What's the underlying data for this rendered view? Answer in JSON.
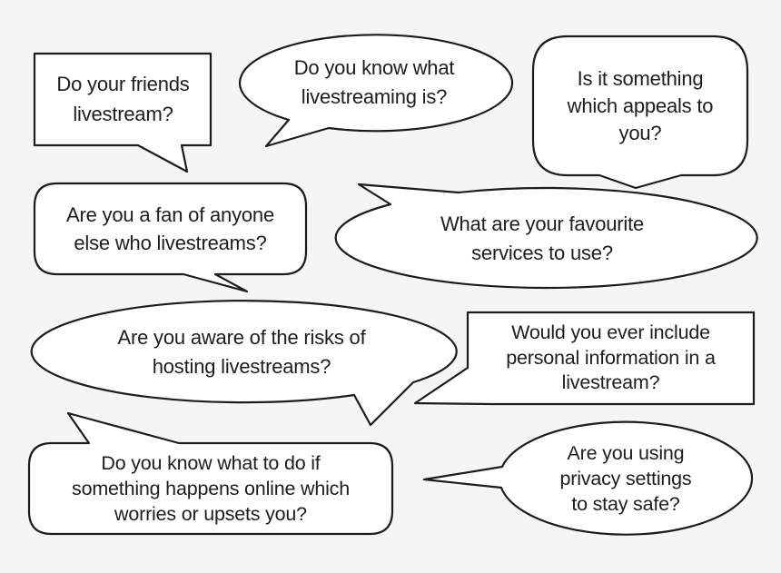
{
  "page": {
    "background_color": "#f5f5f5",
    "bubble_fill_color": "#ffffff",
    "outline_color": "#1c1c1c",
    "text_color": "#1d1d1d"
  },
  "bubbles": [
    {
      "name": "do-your-friends-livestream",
      "shape": "rectangle",
      "text": "Do your friends\nlivestream?"
    },
    {
      "name": "know-what-livestreaming-is",
      "shape": "ellipse",
      "text": "Do you know what\nlivestreaming is?"
    },
    {
      "name": "something-which-appeals",
      "shape": "rounded-rectangle",
      "text": "Is it something\nwhich appeals to\nyou?"
    },
    {
      "name": "fan-of-anyone-else",
      "shape": "rounded-rectangle",
      "text": "Are you a fan of anyone\nelse who livestreams?"
    },
    {
      "name": "favourite-services",
      "shape": "ellipse",
      "text": "What are your favourite\nservices to use?"
    },
    {
      "name": "aware-of-risks",
      "shape": "ellipse",
      "text": "Are you aware of the risks of\nhosting livestreams?"
    },
    {
      "name": "personal-information",
      "shape": "rectangle",
      "text": "Would you ever include\npersonal information in a\nlivestream?"
    },
    {
      "name": "what-to-do-if-worried",
      "shape": "rounded-rectangle",
      "text": "Do you know what to do if\nsomething happens online which\nworries or upsets you?"
    },
    {
      "name": "privacy-settings",
      "shape": "ellipse",
      "text": "Are you using\nprivacy settings\nto stay safe?"
    }
  ]
}
